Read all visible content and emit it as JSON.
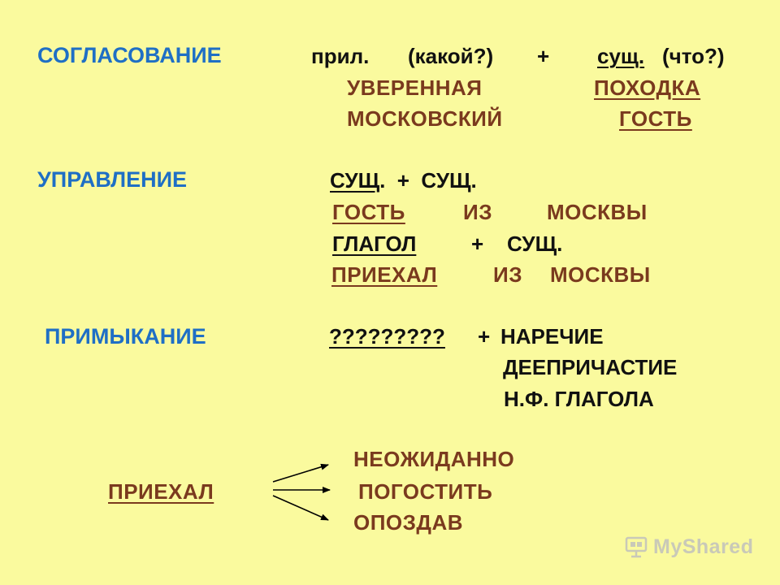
{
  "agreement": {
    "term": "СОГЛАСОВАНИЕ",
    "pattern": {
      "adj": "прил.",
      "adj_q": "(какой?)",
      "plus": "+",
      "noun": "сущ.",
      "noun_q": "(что?)"
    },
    "ex1": {
      "adj": "УВЕРЕННАЯ",
      "noun": "ПОХОДКА"
    },
    "ex2": {
      "adj": "МОСКОВСКИЙ",
      "noun": "ГОСТЬ"
    }
  },
  "government": {
    "term": "УПРАВЛЕНИЕ",
    "pattern1": {
      "head": "СУЩ",
      "rest": ".  +  СУЩ."
    },
    "ex1": {
      "head": "ГОСТЬ",
      "prep": "ИЗ",
      "noun": "МОСКВЫ"
    },
    "pattern2": {
      "head": "ГЛАГОЛ",
      "plus": "+",
      "noun": "СУЩ."
    },
    "ex2": {
      "head": "ПРИЕХАЛ",
      "prep": "ИЗ",
      "noun": "МОСКВЫ"
    }
  },
  "adjoining": {
    "term": "ПРИМЫКАНИЕ",
    "head": "?????????",
    "plus": "+",
    "dep1": "НАРЕЧИЕ",
    "dep2": "ДЕЕПРИЧАСТИЕ",
    "dep3": "Н.Ф. ГЛАГОЛА"
  },
  "example": {
    "head": "ПРИЕХАЛ",
    "dep1": "НЕОЖИДАННО",
    "dep2": "ПОГОСТИТЬ",
    "dep3": "ОПОЗДАВ"
  },
  "watermark": {
    "text": "MyShared",
    "icon": "presentation-board-icon"
  },
  "colors": {
    "background": "#FAFA9E",
    "term": "#1F6FC5",
    "pattern": "#111111",
    "example": "#7A3A1E",
    "watermark": "#C9C9B8"
  }
}
